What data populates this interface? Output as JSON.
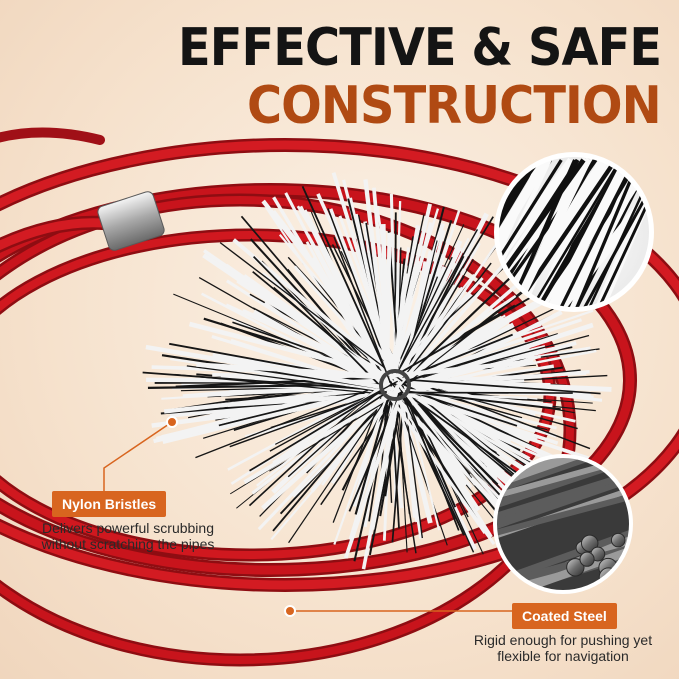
{
  "headline": {
    "line1": "EFFECTIVE & SAFE",
    "line2": "CONSTRUCTION"
  },
  "callouts": {
    "nylon": {
      "title": "Nylon Bristles",
      "description_line1": "Delivers powerful scrubbing",
      "description_line2": "without scratching the pipes"
    },
    "steel": {
      "title": "Coated Steel",
      "description_line1": "Rigid enough for pushing yet",
      "description_line2": "flexible for navigation"
    }
  },
  "colors": {
    "accent": "#d8651f",
    "headline_dark": "#141414",
    "headline_accent": "#b04a13",
    "rod_red": "#c8141c",
    "background": "#f6e2cd"
  }
}
